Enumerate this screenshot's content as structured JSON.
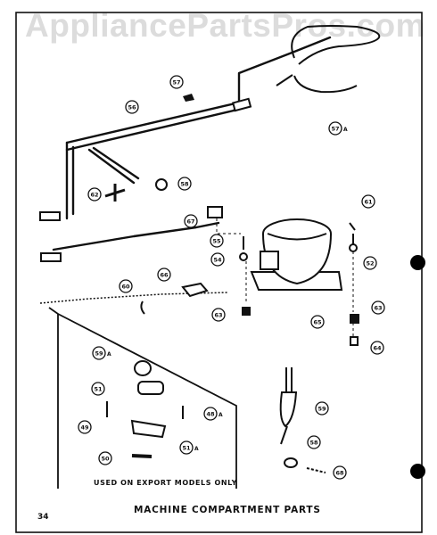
{
  "watermark": "AppliancePartsPros.com",
  "title": "MACHINE COMPARTMENT PARTS",
  "export_note": "USED ON EXPORT MODELS ONLY",
  "page_number": "34",
  "callouts": {
    "c57": "57",
    "c57a": "57",
    "c56": "56",
    "c58": "58",
    "c62": "62",
    "c67": "67",
    "c55": "55",
    "c54": "54",
    "c61": "61",
    "c52": "52",
    "c60": "60",
    "c66": "66",
    "c63l": "63",
    "c65": "65",
    "c63r": "63",
    "c64": "64",
    "c59a": "59",
    "c51": "51",
    "c49": "49",
    "c48a": "48",
    "c51a": "51",
    "c50": "50",
    "c59": "59",
    "c58b": "58",
    "c68": "68"
  },
  "suffix_a": "A"
}
